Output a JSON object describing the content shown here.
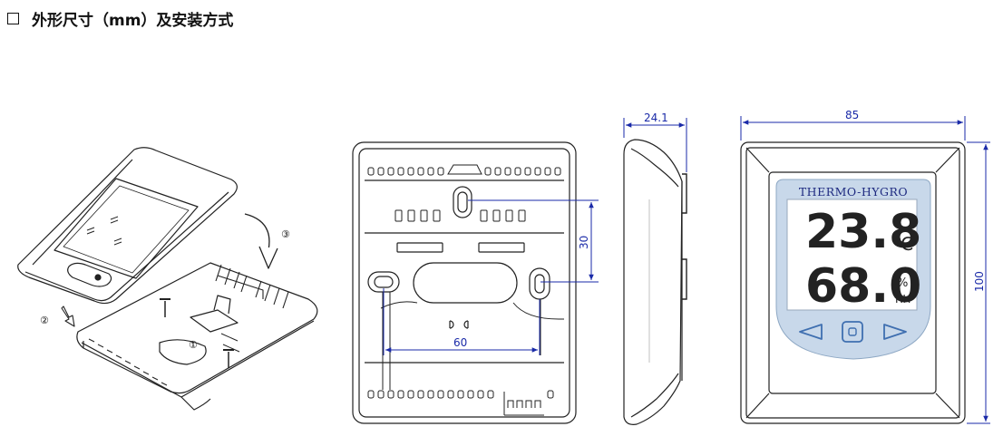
{
  "heading": {
    "title": "外形尺寸（mm）及安装方式"
  },
  "steps": {
    "s1": "①",
    "s2": "②",
    "s3": "③"
  },
  "dimensions": {
    "depth": "24.1",
    "width": "85",
    "height": "100",
    "hole_vertical": "30",
    "hole_horizontal": "60"
  },
  "display": {
    "brand": "THERMO-HYGRO",
    "temperature": "23.8",
    "temperature_unit": "℃",
    "humidity": "68.0",
    "humidity_unit": "%",
    "humidity_label": "RH"
  },
  "colors": {
    "dimension_line": "#1a2aa8",
    "screen_bezel": "#c8d8ea",
    "button": "#3f6fb0",
    "line": "#222222"
  }
}
